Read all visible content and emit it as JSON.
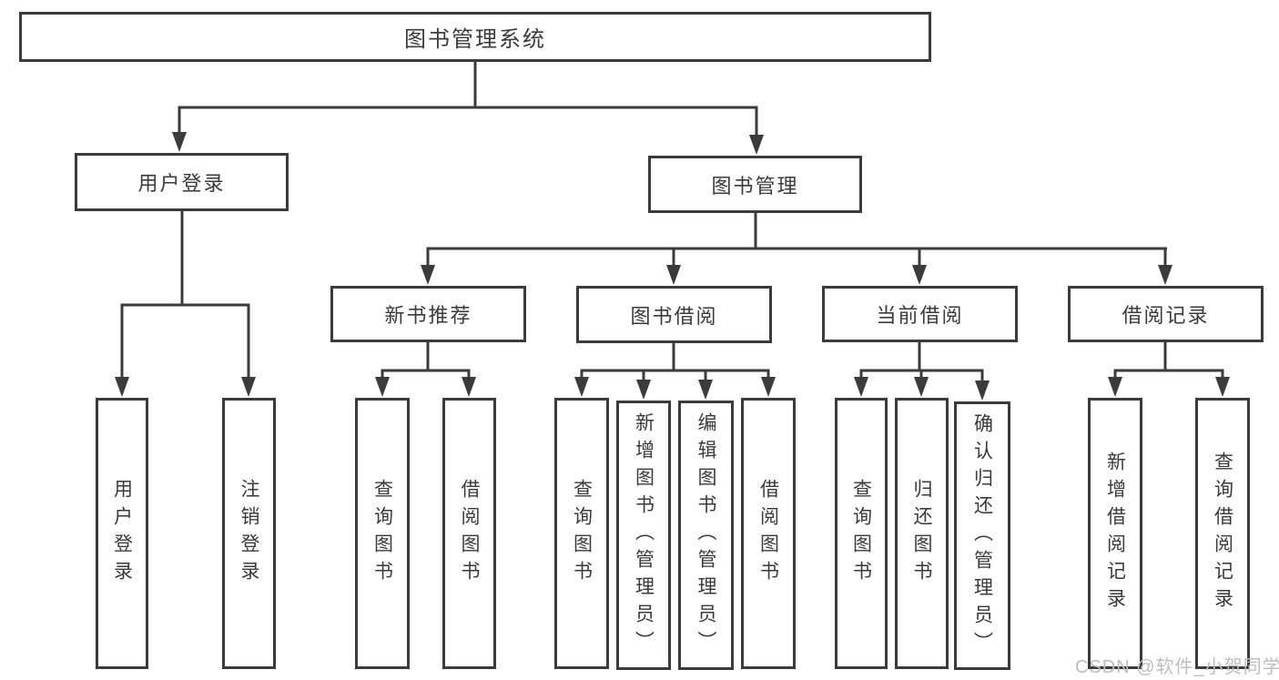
{
  "tree": {
    "root": "图书管理系统",
    "branches": [
      {
        "label": "用户登录",
        "children": [
          {
            "label": "用户登录"
          },
          {
            "label": "注销登录"
          }
        ]
      },
      {
        "label": "图书管理",
        "children": [
          {
            "label": "新书推荐",
            "children": [
              {
                "label": "查询图书"
              },
              {
                "label": "借阅图书"
              }
            ]
          },
          {
            "label": "图书借阅",
            "children": [
              {
                "label": "查询图书"
              },
              {
                "label": "新增图书（管理员）"
              },
              {
                "label": "编辑图书（管理员）"
              },
              {
                "label": "借阅图书"
              }
            ]
          },
          {
            "label": "当前借阅",
            "children": [
              {
                "label": "查询图书"
              },
              {
                "label": "归还图书"
              },
              {
                "label": "确认归还（管理员）"
              }
            ]
          },
          {
            "label": "借阅记录",
            "children": [
              {
                "label": "新增借阅记录"
              },
              {
                "label": "查询借阅记录"
              }
            ]
          }
        ]
      }
    ]
  },
  "watermark": {
    "text": "CSDN @软件_小贺同学"
  },
  "colors": {
    "line": "#3b3b3b",
    "text": "#3a3a3a",
    "box_background": "#ffffff",
    "watermark": "#bdbdbd"
  }
}
